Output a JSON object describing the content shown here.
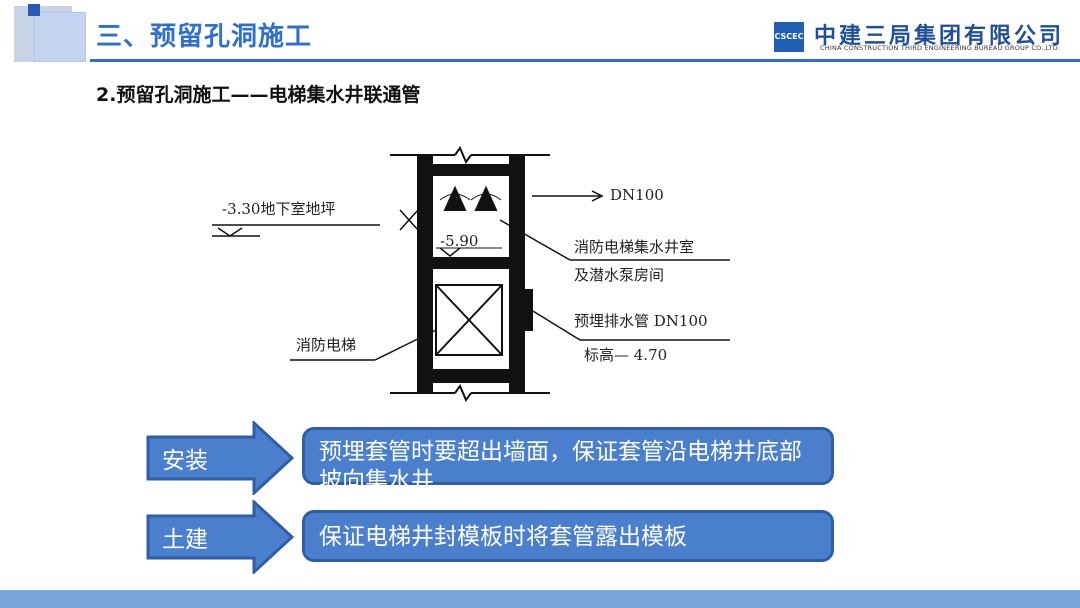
{
  "header": {
    "title": "三、预留孔洞施工",
    "company_cn": "中建三局集团有限公司",
    "company_en": "CHINA CONSTRUCTION THIRD ENGINEERING BUREAU GROUP CO.,LTD.",
    "logo_text": "CSCEC"
  },
  "subtitle": "2.预留孔洞施工——电梯集水井联通管",
  "diagram": {
    "label_floor": "-3.30地下室地坪",
    "label_pit_level": "-5.90",
    "label_dn": "DN100",
    "label_room_1": "消防电梯集水井室",
    "label_room_2": "及潜水泵房间",
    "label_pipe": "预埋排水管 DN100",
    "label_elev": "标高— 4.70",
    "label_elevator": "消防电梯"
  },
  "rows": [
    {
      "tag": "安装",
      "text": "预埋套管时要超出墙面，保证套管沿电梯井底部坡向集水井"
    },
    {
      "tag": "土建",
      "text": "保证电梯井封模板时将套管露出模板"
    }
  ],
  "colors": {
    "accent": "#2e6fd0",
    "box_fill": "#4a7fce",
    "box_border": "#2f5ea4",
    "footer": "#7aa6dc"
  }
}
